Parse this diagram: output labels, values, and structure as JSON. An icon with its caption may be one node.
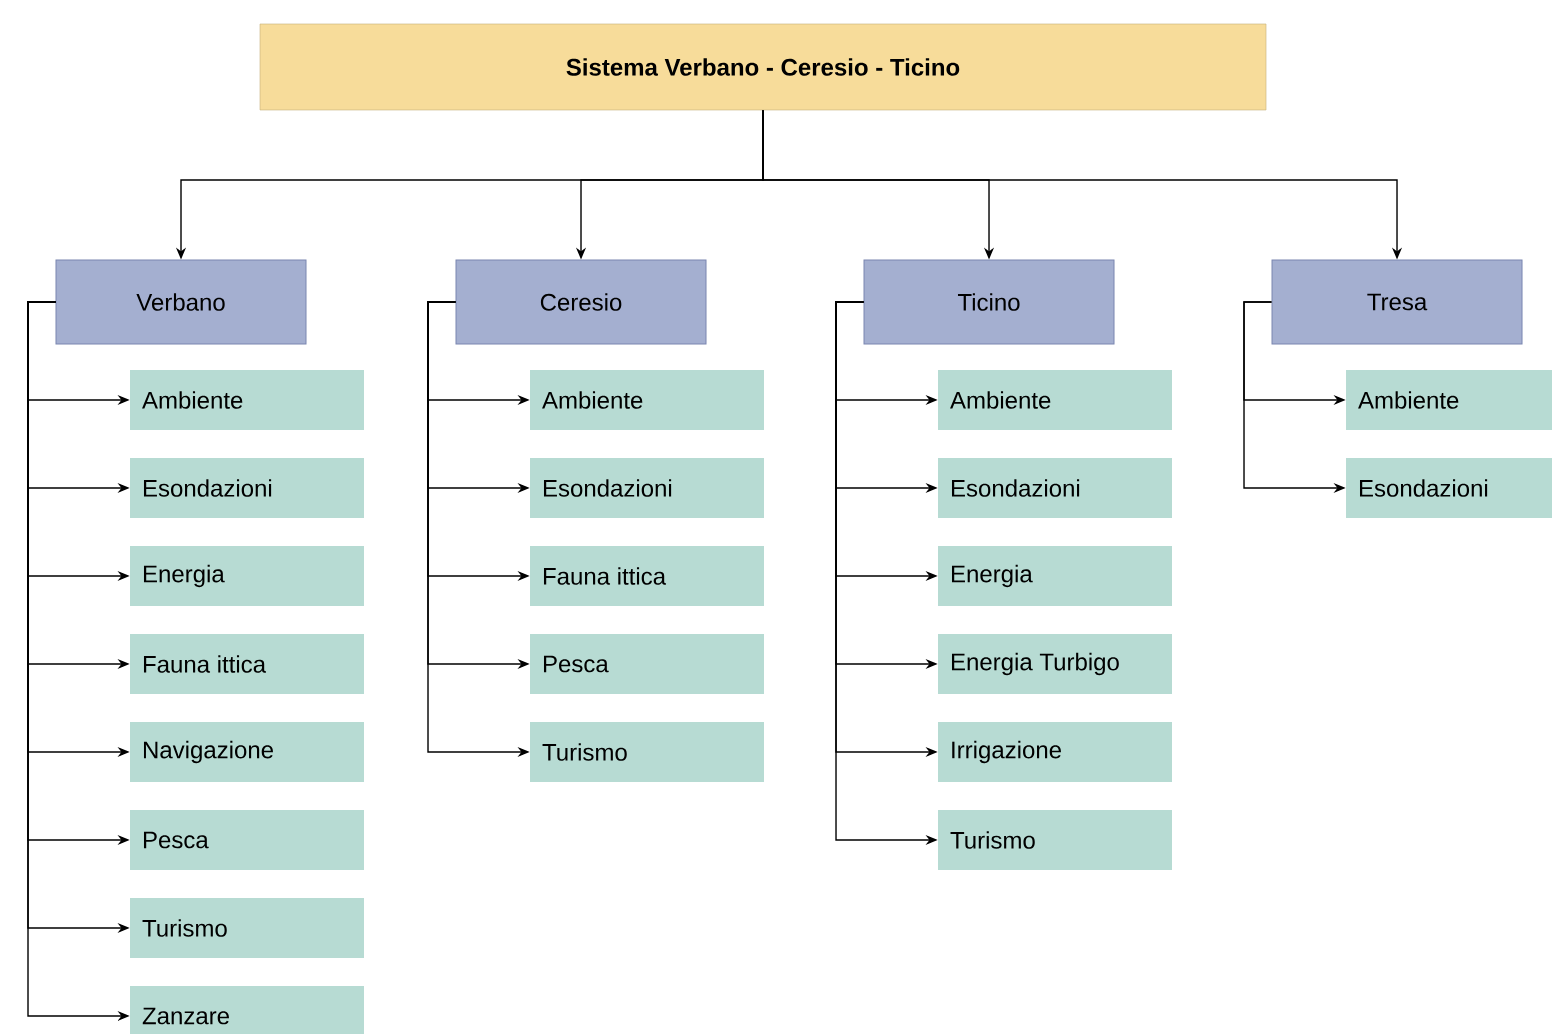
{
  "diagram": {
    "nodes": [
      {
        "text": [
          "Sistema Verbano - Ceresio - Ticino"
        ]
      },
      {
        "text": [
          "Verbano"
        ]
      },
      {
        "text": [
          "Ambiente"
        ]
      },
      {
        "text": [
          "Esondazioni"
        ]
      },
      {
        "text": [
          "Energia"
        ]
      },
      {
        "text": [
          "Fauna ittica"
        ]
      },
      {
        "text": [
          "Navigazione"
        ]
      },
      {
        "text": [
          "Pesca"
        ]
      },
      {
        "text": [
          "Turismo"
        ]
      },
      {
        "text": [
          "Zanzare"
        ]
      },
      {
        "text": [
          "Ceresio"
        ]
      },
      {
        "text": [
          "Ambiente"
        ]
      },
      {
        "text": [
          "Esondazioni"
        ]
      },
      {
        "text": [
          "Fauna ittica"
        ]
      },
      {
        "text": [
          "Pesca"
        ]
      },
      {
        "text": [
          "Turismo"
        ]
      },
      {
        "text": [
          "Ticino"
        ]
      },
      {
        "text": [
          "Ambiente"
        ]
      },
      {
        "text": [
          "Esondazioni"
        ]
      },
      {
        "text": [
          "Energia"
        ]
      },
      {
        "text": [
          "Energia Turbigo"
        ]
      },
      {
        "text": [
          "Irrigazione"
        ]
      },
      {
        "text": [
          "Turismo"
        ]
      },
      {
        "text": [
          "Tresa"
        ]
      },
      {
        "text": [
          "Ambiente"
        ]
      },
      {
        "text": [
          "Esondazioni"
        ]
      }
    ],
    "edges": [
      {
        "from": 0,
        "to": 1,
        "arrow": "to"
      },
      {
        "from": 0,
        "to": 10,
        "arrow": "to"
      },
      {
        "from": 0,
        "to": 16,
        "arrow": "to"
      },
      {
        "from": 0,
        "to": 23,
        "arrow": "to"
      },
      {
        "from": 1,
        "to": 2,
        "arrow": "to"
      },
      {
        "from": 1,
        "to": 3,
        "arrow": "to"
      },
      {
        "from": 1,
        "to": 4,
        "arrow": "to"
      },
      {
        "from": 1,
        "to": 5,
        "arrow": "to"
      },
      {
        "from": 1,
        "to": 6,
        "arrow": "to"
      },
      {
        "from": 1,
        "to": 7,
        "arrow": "to"
      },
      {
        "from": 1,
        "to": 8,
        "arrow": "to"
      },
      {
        "from": 1,
        "to": 9,
        "arrow": "to"
      },
      {
        "from": 10,
        "to": 11,
        "arrow": "to"
      },
      {
        "from": 10,
        "to": 12,
        "arrow": "to"
      },
      {
        "from": 10,
        "to": 13,
        "arrow": "to"
      },
      {
        "from": 10,
        "to": 14,
        "arrow": "to"
      },
      {
        "from": 10,
        "to": 15,
        "arrow": "to"
      },
      {
        "from": 16,
        "to": 17,
        "arrow": "to"
      },
      {
        "from": 16,
        "to": 18,
        "arrow": "to"
      },
      {
        "from": 16,
        "to": 19,
        "arrow": "to"
      },
      {
        "from": 16,
        "to": 20,
        "arrow": "to"
      },
      {
        "from": 16,
        "to": 21,
        "arrow": "to"
      },
      {
        "from": 16,
        "to": 22,
        "arrow": "to"
      },
      {
        "from": 23,
        "to": 24,
        "arrow": "to"
      },
      {
        "from": 23,
        "to": 25,
        "arrow": "to"
      }
    ]
  }
}
